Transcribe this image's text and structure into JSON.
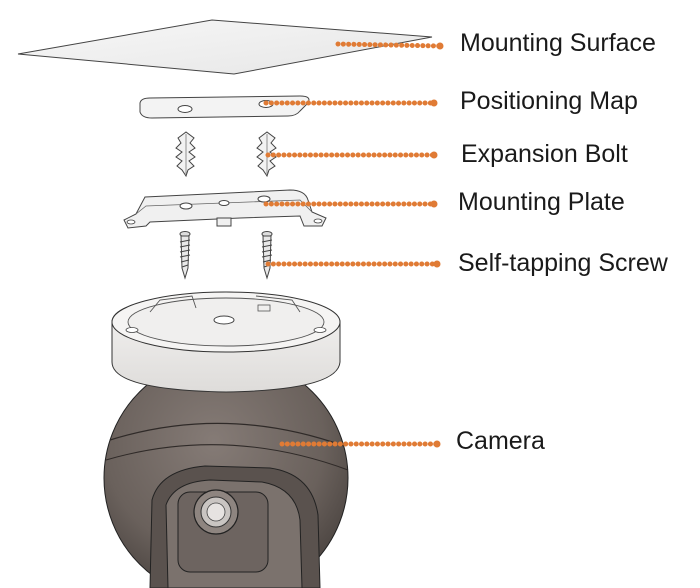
{
  "labels": {
    "mounting_surface": "Mounting Surface",
    "positioning_map": "Positioning Map",
    "expansion_bolt": "Expansion Bolt",
    "mounting_plate": "Mounting Plate",
    "self_tapping_screw": "Self-tapping Screw",
    "camera": "Camera"
  },
  "colors": {
    "leader": "#e07b35",
    "outline": "#333333",
    "part_fill": "#f2f2f2",
    "camera_body": "#6e6560",
    "camera_body_dark": "#4a4340",
    "base_fill": "#efeeed"
  }
}
